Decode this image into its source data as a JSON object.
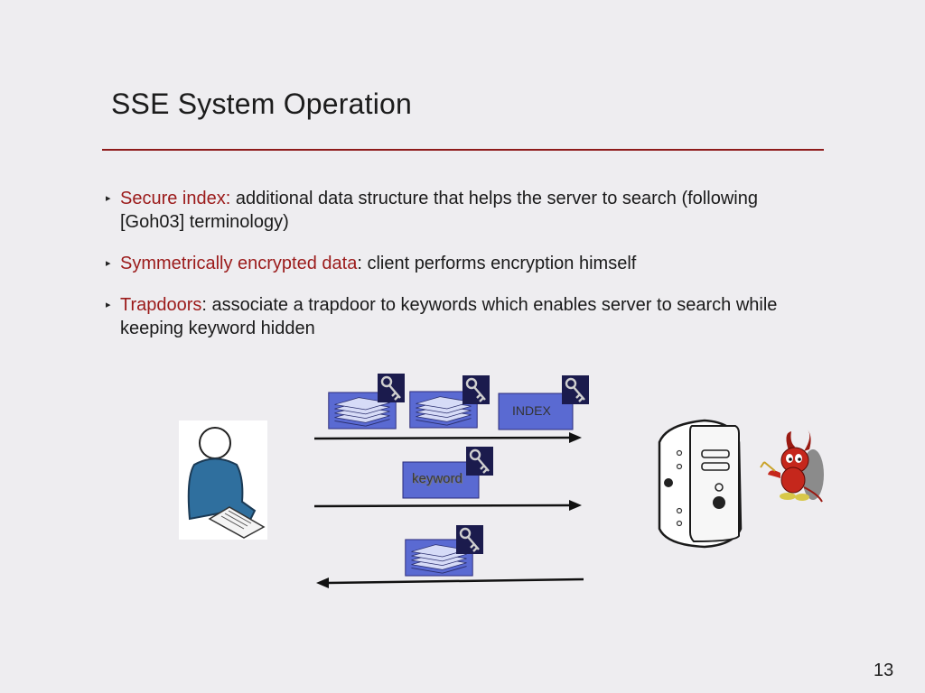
{
  "slide": {
    "title": "SSE System Operation",
    "page_number": "13"
  },
  "bullets": [
    {
      "term": "Secure index:",
      "rest": " additional data structure that helps the server to search (following [Goh03] terminology)"
    },
    {
      "term": "Symmetrically encrypted data",
      "rest": ": client performs encryption himself"
    },
    {
      "term": "Trapdoors",
      "rest": ": associate a trapdoor to keywords which enables server to search while keeping keyword hidden"
    }
  ],
  "diagram": {
    "index_label": "INDEX",
    "keyword_label": "keyword"
  },
  "colors": {
    "accent_red": "#9b1a1a",
    "rule_red": "#8e1b1b",
    "doc_blue": "#5a6ad2",
    "key_dark": "#1a1a4a",
    "client_blue": "#2f6f9e"
  },
  "icons": [
    "user-at-desk-icon",
    "document-stack-icon",
    "key-icon",
    "server-tower-icon",
    "devil-mascot-icon",
    "arrow-right-icon",
    "arrow-left-icon"
  ]
}
